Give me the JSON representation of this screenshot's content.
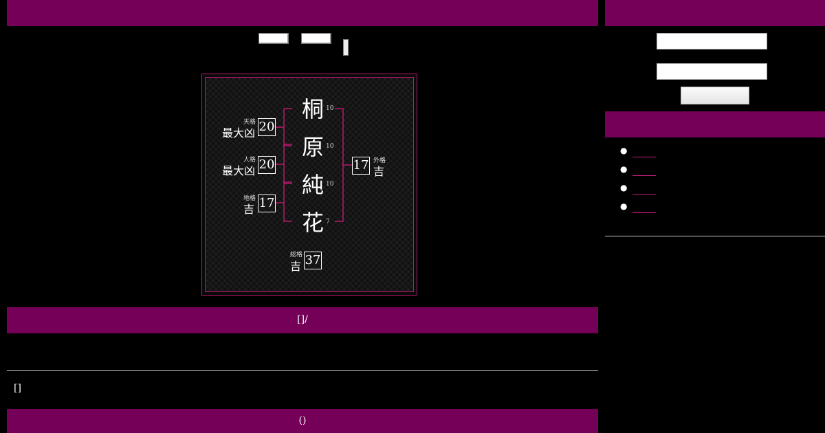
{
  "result": {
    "name": [
      {
        "char": "桐",
        "strokes": "10"
      },
      {
        "char": "原",
        "strokes": "10"
      },
      {
        "char": "純",
        "strokes": "10"
      },
      {
        "char": "花",
        "strokes": "7"
      }
    ],
    "tenkaku": {
      "label": "天格",
      "fortune": "最大凶",
      "value": "20"
    },
    "jinkaku": {
      "label": "人格",
      "fortune": "最大凶",
      "value": "20"
    },
    "chikaku": {
      "label": "地格",
      "fortune": "吉",
      "value": "17"
    },
    "gaikaku": {
      "label": "外格",
      "fortune": "吉",
      "value": "17"
    },
    "soukaku": {
      "label": "総格",
      "fortune": "吉",
      "value": "37"
    }
  },
  "section1_heading": "[]/",
  "section2_text": "[]",
  "section3_heading": "()",
  "colors": {
    "accent": "#740057",
    "frame": "#b8196e",
    "background": "#000000"
  }
}
